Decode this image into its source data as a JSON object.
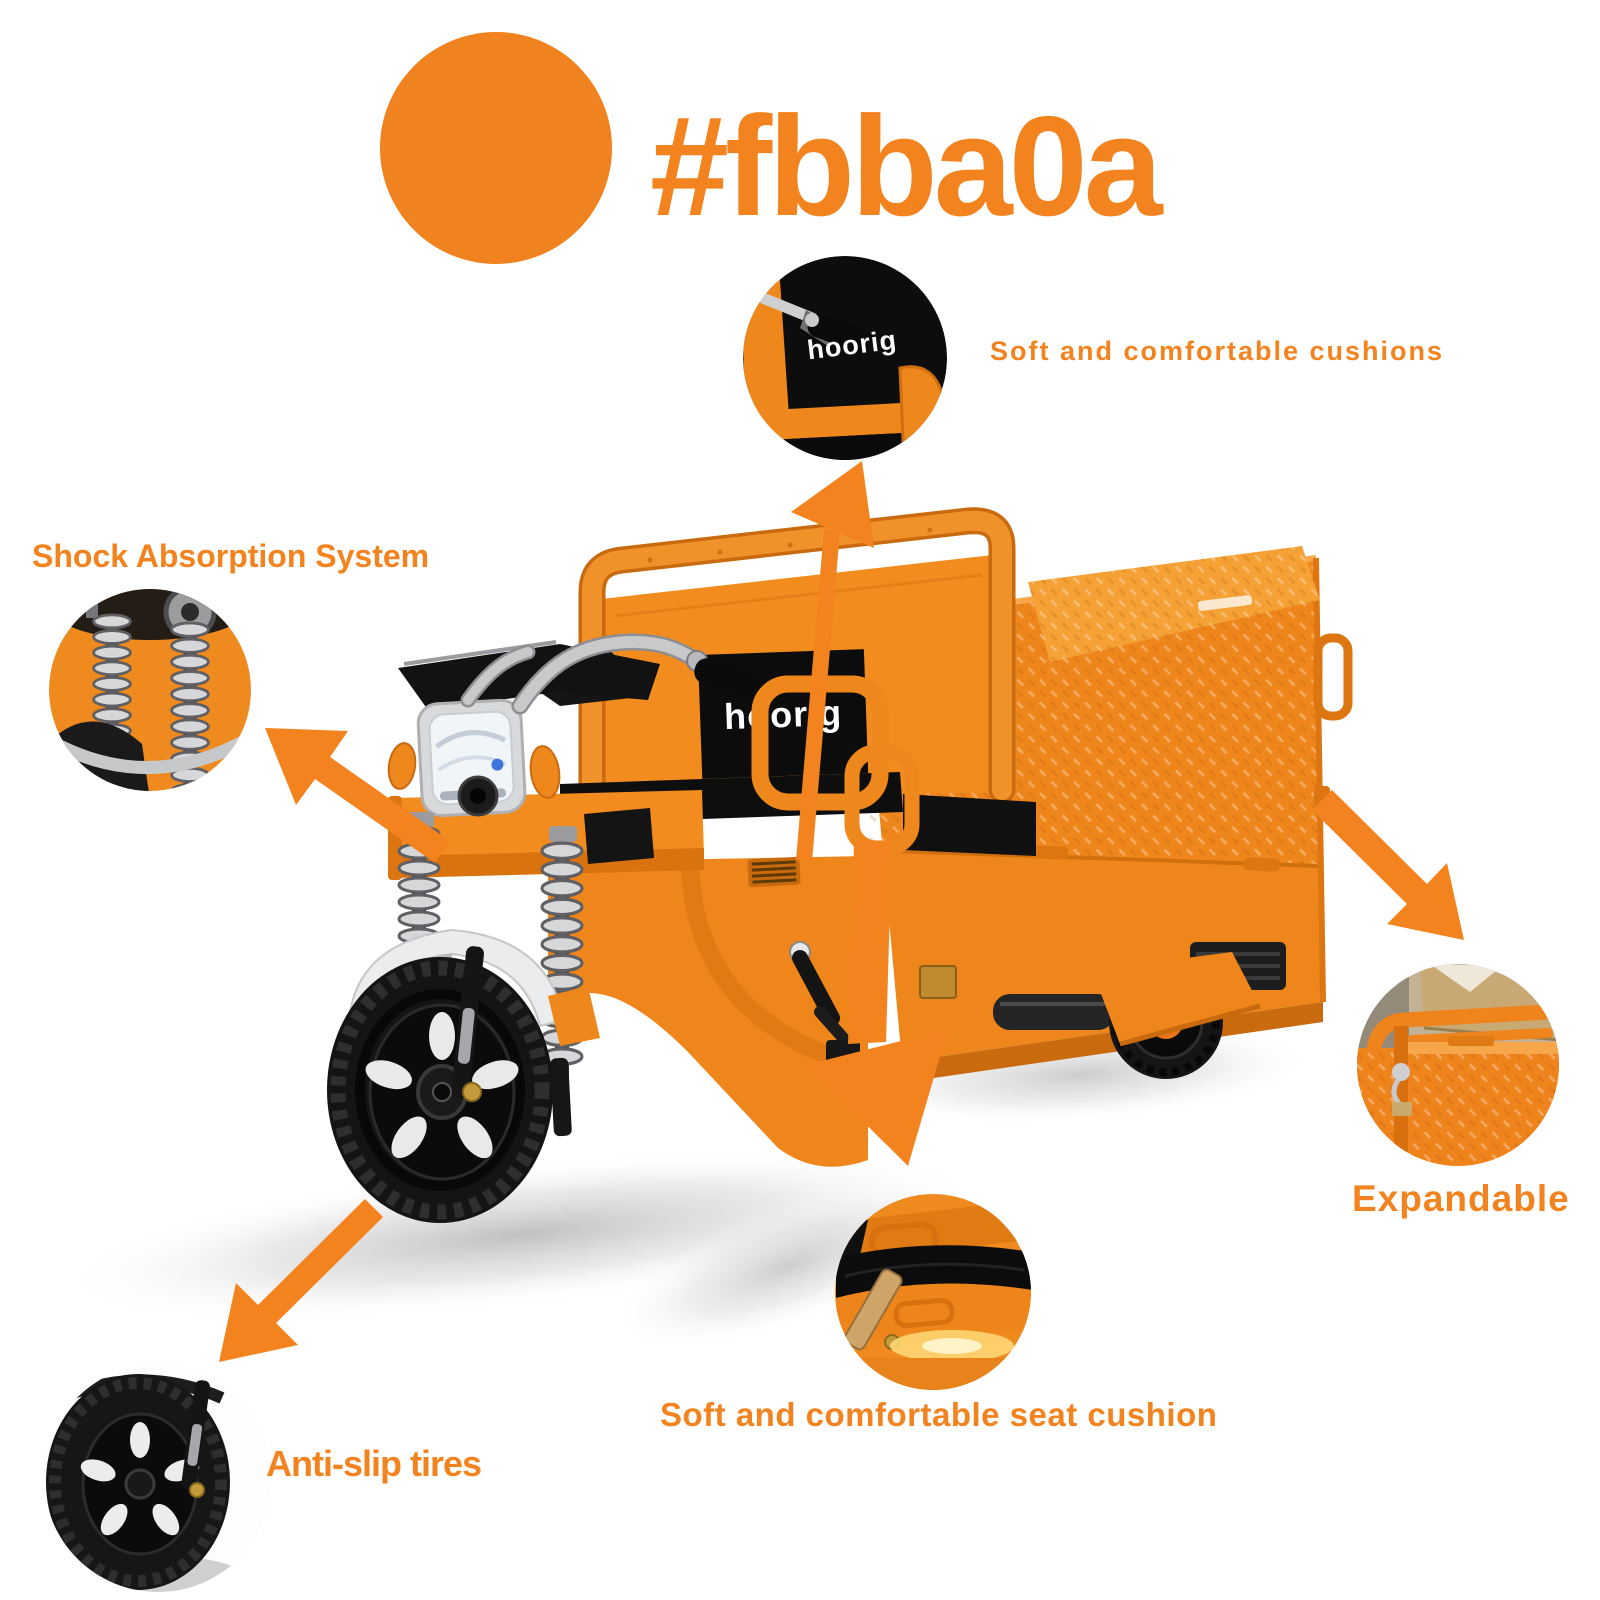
{
  "palette": {
    "accent_orange": "#f3831e",
    "swatch_orange": "#f08220",
    "vehicle_orange": "#f28c1e",
    "vehicle_dark_orange": "#d9730f",
    "plate_orange": "#f5a135",
    "sign_black": "#0c0c0c",
    "white": "#ffffff"
  },
  "swatch": {
    "hex_label": "#fbba0a"
  },
  "brand": {
    "name": "hoorig"
  },
  "callouts": {
    "cushions": {
      "label": "Soft and comfortable cushions"
    },
    "shock": {
      "label": "Shock Absorption System"
    },
    "expandable": {
      "label": "Expandable"
    },
    "tires": {
      "label": "Anti-slip tires"
    },
    "seat": {
      "label": "Soft and comfortable seat cushion"
    }
  }
}
